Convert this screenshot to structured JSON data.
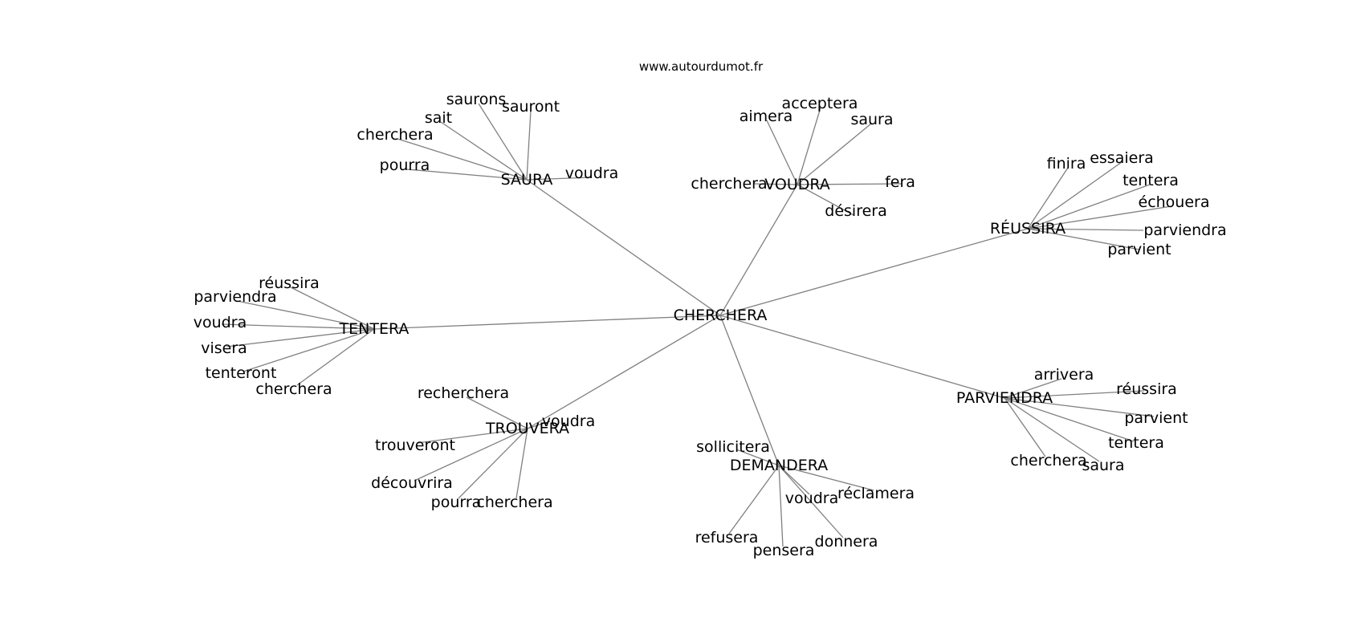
{
  "source_label": "www.autourdumot.fr",
  "colors": {
    "edge": "#808080",
    "text": "#000000",
    "background": "#ffffff"
  },
  "graph": {
    "center": {
      "id": "center",
      "label": "CHERCHERA"
    },
    "hubs": [
      {
        "id": "saura",
        "label": "SAURA",
        "leaves": [
          "saurons",
          "sauront",
          "sait",
          "cherchera",
          "pourra",
          "voudra"
        ]
      },
      {
        "id": "voudra",
        "label": "VOUDRA",
        "leaves": [
          "acceptera",
          "aimera",
          "saura",
          "cherchera",
          "fera",
          "désirera"
        ]
      },
      {
        "id": "reussira",
        "label": "RÉUSSIRA",
        "leaves": [
          "finira",
          "essaiera",
          "tentera",
          "échouera",
          "parviendra",
          "parvient"
        ]
      },
      {
        "id": "tentera",
        "label": "TENTERA",
        "leaves": [
          "réussira",
          "parviendra",
          "voudra",
          "visera",
          "tenteront",
          "cherchera"
        ]
      },
      {
        "id": "trouvera",
        "label": "TROUVERA",
        "leaves": [
          "recherchera",
          "voudra",
          "trouveront",
          "découvrira",
          "pourra",
          "cherchera"
        ]
      },
      {
        "id": "demandera",
        "label": "DEMANDERA",
        "leaves": [
          "sollicitera",
          "voudra",
          "réclamera",
          "refusera",
          "pensera",
          "donnera"
        ]
      },
      {
        "id": "parviendra",
        "label": "PARVIENDRA",
        "leaves": [
          "arrivera",
          "réussira",
          "parvient",
          "tentera",
          "cherchera",
          "saura"
        ]
      }
    ]
  }
}
